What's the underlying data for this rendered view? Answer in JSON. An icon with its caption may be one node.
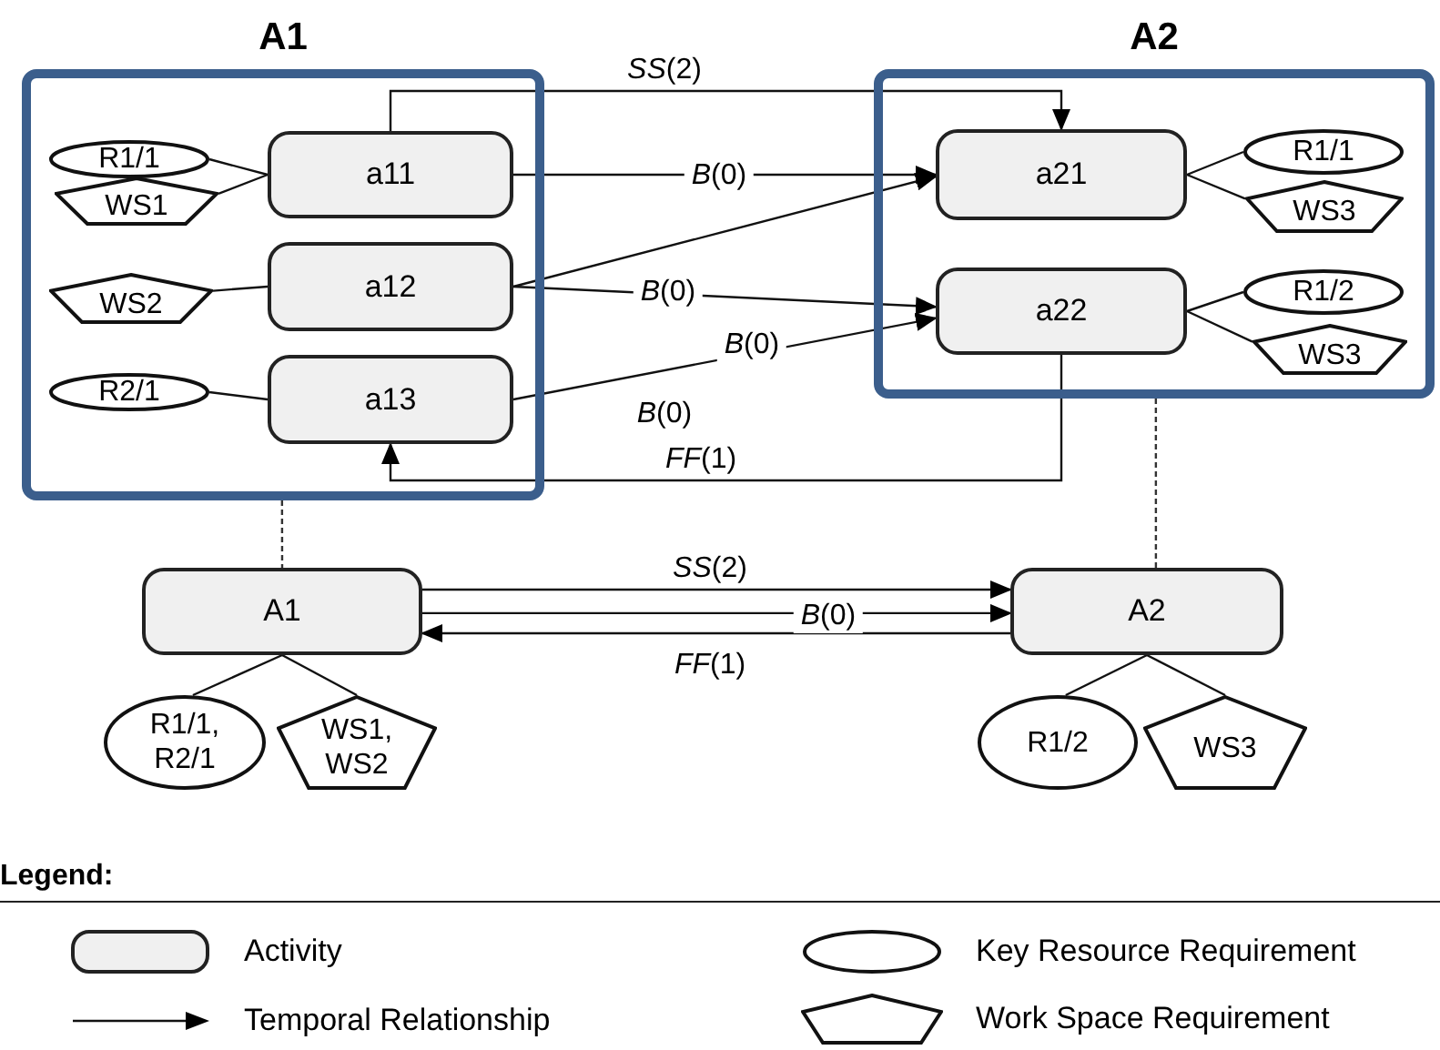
{
  "diagram": {
    "nodes": [
      {
        "text": [
          "A1"
        ]
      },
      {
        "text": [
          "a11"
        ],
        "in": 0
      },
      {
        "text": [
          "R1/1"
        ],
        "in": 0
      },
      {
        "text": [
          "WS1"
        ],
        "in": 0
      },
      {
        "text": [
          "a12"
        ],
        "in": 0
      },
      {
        "text": [
          "WS2"
        ],
        "in": 0
      },
      {
        "text": [
          "a13"
        ],
        "in": 0
      },
      {
        "text": [
          "R2/1"
        ],
        "in": 0
      },
      {
        "text": [
          "A2"
        ]
      },
      {
        "text": [
          "a21"
        ],
        "in": 8
      },
      {
        "text": [
          "R1/1"
        ],
        "in": 8
      },
      {
        "text": [
          "WS3"
        ],
        "in": 8
      },
      {
        "text": [
          "a22"
        ],
        "in": 8
      },
      {
        "text": [
          "R1/2"
        ],
        "in": 8
      },
      {
        "text": [
          "WS3"
        ],
        "in": 8
      },
      {
        "text": [
          "A1"
        ]
      },
      {
        "text": [
          "R1/1, R2/1"
        ]
      },
      {
        "text": [
          "WS1, WS2"
        ]
      },
      {
        "text": [
          "A2"
        ]
      },
      {
        "text": [
          "R1/2"
        ]
      },
      {
        "text": [
          "WS3"
        ]
      }
    ],
    "edges": [
      {
        "from": 2,
        "to": 1,
        "arrow": "none"
      },
      {
        "from": 3,
        "to": 1,
        "arrow": "none"
      },
      {
        "from": 5,
        "to": 4,
        "arrow": "none"
      },
      {
        "from": 7,
        "to": 6,
        "arrow": "none"
      },
      {
        "from": 9,
        "to": 10,
        "arrow": "none"
      },
      {
        "from": 9,
        "to": 11,
        "arrow": "none"
      },
      {
        "from": 12,
        "to": 13,
        "arrow": "none"
      },
      {
        "from": 12,
        "to": 14,
        "arrow": "none"
      },
      {
        "from": 1,
        "to": 9,
        "arrow": "to",
        "label": "*SS*(2)"
      },
      {
        "from": 1,
        "to": 9,
        "arrow": "to",
        "label": "*B*(0)"
      },
      {
        "from": 4,
        "to": 9,
        "arrow": "to"
      },
      {
        "from": 4,
        "to": 12,
        "arrow": "to",
        "label": "*B*(0)"
      },
      {
        "from": 6,
        "to": 12,
        "arrow": "to",
        "label": "*B*(0)"
      },
      {
        "from": 12,
        "to": 6,
        "arrow": "to",
        "label": "*FF*(1)"
      },
      {
        "from": 15,
        "to": 18,
        "arrow": "to",
        "label": "*SS*(2)"
      },
      {
        "from": 15,
        "to": 18,
        "arrow": "to",
        "label": "*B*(0)"
      },
      {
        "from": 18,
        "to": 15,
        "arrow": "to",
        "label": "*FF*(1)"
      },
      {
        "from": 0,
        "to": 15,
        "arrow": "none",
        "style": "dashed"
      },
      {
        "from": 8,
        "to": 18,
        "arrow": "none",
        "style": "dashed"
      },
      {
        "from": 15,
        "to": 16,
        "arrow": "none"
      },
      {
        "from": 15,
        "to": 17,
        "arrow": "none"
      },
      {
        "from": 18,
        "to": 19,
        "arrow": "none"
      },
      {
        "from": 18,
        "to": 20,
        "arrow": "none"
      }
    ],
    "labels": [
      "*B*(0)",
      "Legend:"
    ],
    "legend": [
      {
        "text": "Activity"
      },
      {
        "text": "Key Resource Requirement"
      },
      {
        "text": "Temporal Relationship"
      },
      {
        "text": "Work Space Requirement"
      }
    ]
  }
}
